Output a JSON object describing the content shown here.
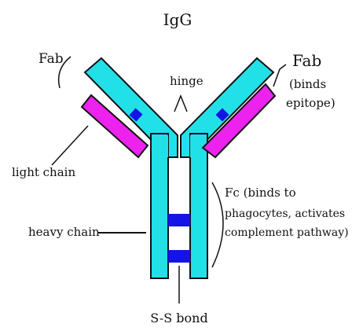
{
  "title": "IgG",
  "labels": {
    "fab_left": "Fab",
    "fab_right": "Fab",
    "fab_right_note_line1": "(binds",
    "fab_right_note_line2": "epitope)",
    "hinge": "hinge",
    "light_chain": "light chain",
    "heavy_chain": "heavy chain",
    "fc_line1": "Fc (binds to",
    "fc_line2": "phagocytes, activates",
    "fc_line3": "complement pathway)",
    "ss_bond": "S-S bond"
  },
  "colors": {
    "heavy_chain": "#22e0e8",
    "light_chain": "#ee22ee",
    "disulfide_bond": "#1414e6",
    "outline": "#111111"
  }
}
